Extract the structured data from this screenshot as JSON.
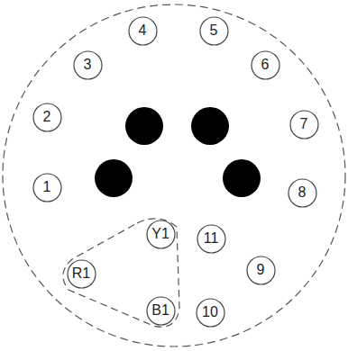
{
  "diagram": {
    "nodes": [
      {
        "text": [
          "4"
        ]
      },
      {
        "text": [
          "5"
        ]
      },
      {
        "text": [
          "3"
        ]
      },
      {
        "text": [
          "6"
        ]
      },
      {
        "text": [
          "2"
        ]
      },
      {
        "text": [
          "7"
        ]
      },
      {
        "text": [
          "1"
        ]
      },
      {
        "text": [
          "8"
        ]
      },
      {
        "text": [
          "Y1"
        ]
      },
      {
        "text": [
          "11"
        ]
      },
      {
        "text": [
          "R1"
        ]
      },
      {
        "text": [
          "9"
        ]
      },
      {
        "text": [
          "B1"
        ]
      },
      {
        "text": [
          "10"
        ]
      }
    ]
  }
}
